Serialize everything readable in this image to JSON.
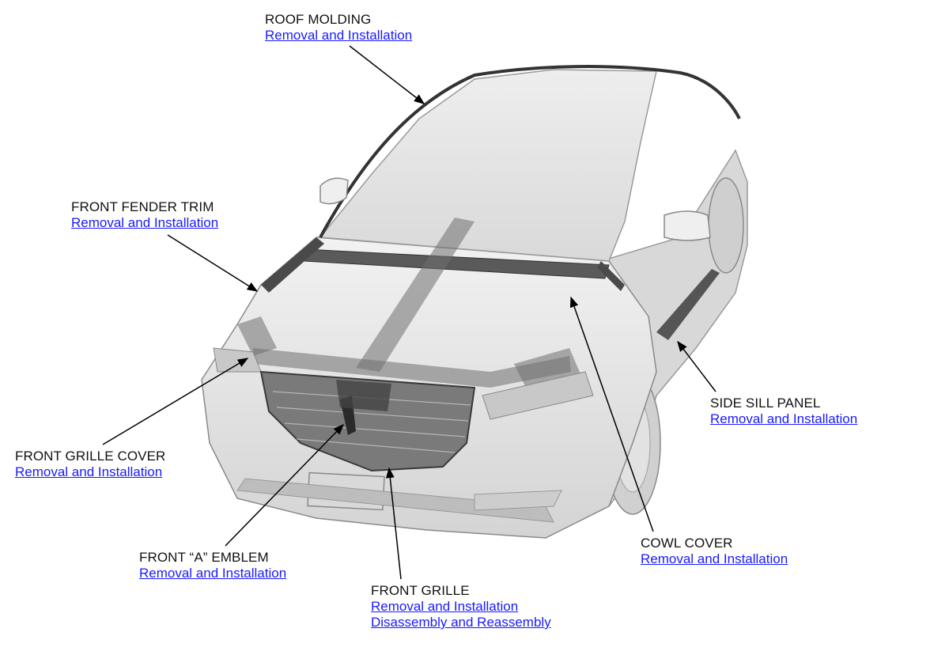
{
  "callouts": {
    "roof_molding": {
      "title": "ROOF MOLDING",
      "links": [
        "Removal and Installation"
      ]
    },
    "front_fender_trim": {
      "title": "FRONT FENDER TRIM",
      "links": [
        "Removal and Installation"
      ]
    },
    "front_grille_cover": {
      "title": "FRONT GRILLE COVER",
      "links": [
        "Removal and Installation"
      ]
    },
    "front_a_emblem": {
      "title": "FRONT “A” EMBLEM",
      "links": [
        "Removal and Installation"
      ]
    },
    "front_grille": {
      "title": "FRONT GRILLE",
      "links": [
        "Removal and Installation",
        "Disassembly and Reassembly"
      ]
    },
    "cowl_cover": {
      "title": "COWL COVER",
      "links": [
        "Removal and Installation"
      ]
    },
    "side_sill_panel": {
      "title": "SIDE SILL PANEL",
      "links": [
        "Removal and Installation"
      ]
    }
  },
  "colors": {
    "link": "#1a1aff",
    "text": "#111111",
    "car_body": "#e6e6e6",
    "trim": "#3a3a3a"
  }
}
